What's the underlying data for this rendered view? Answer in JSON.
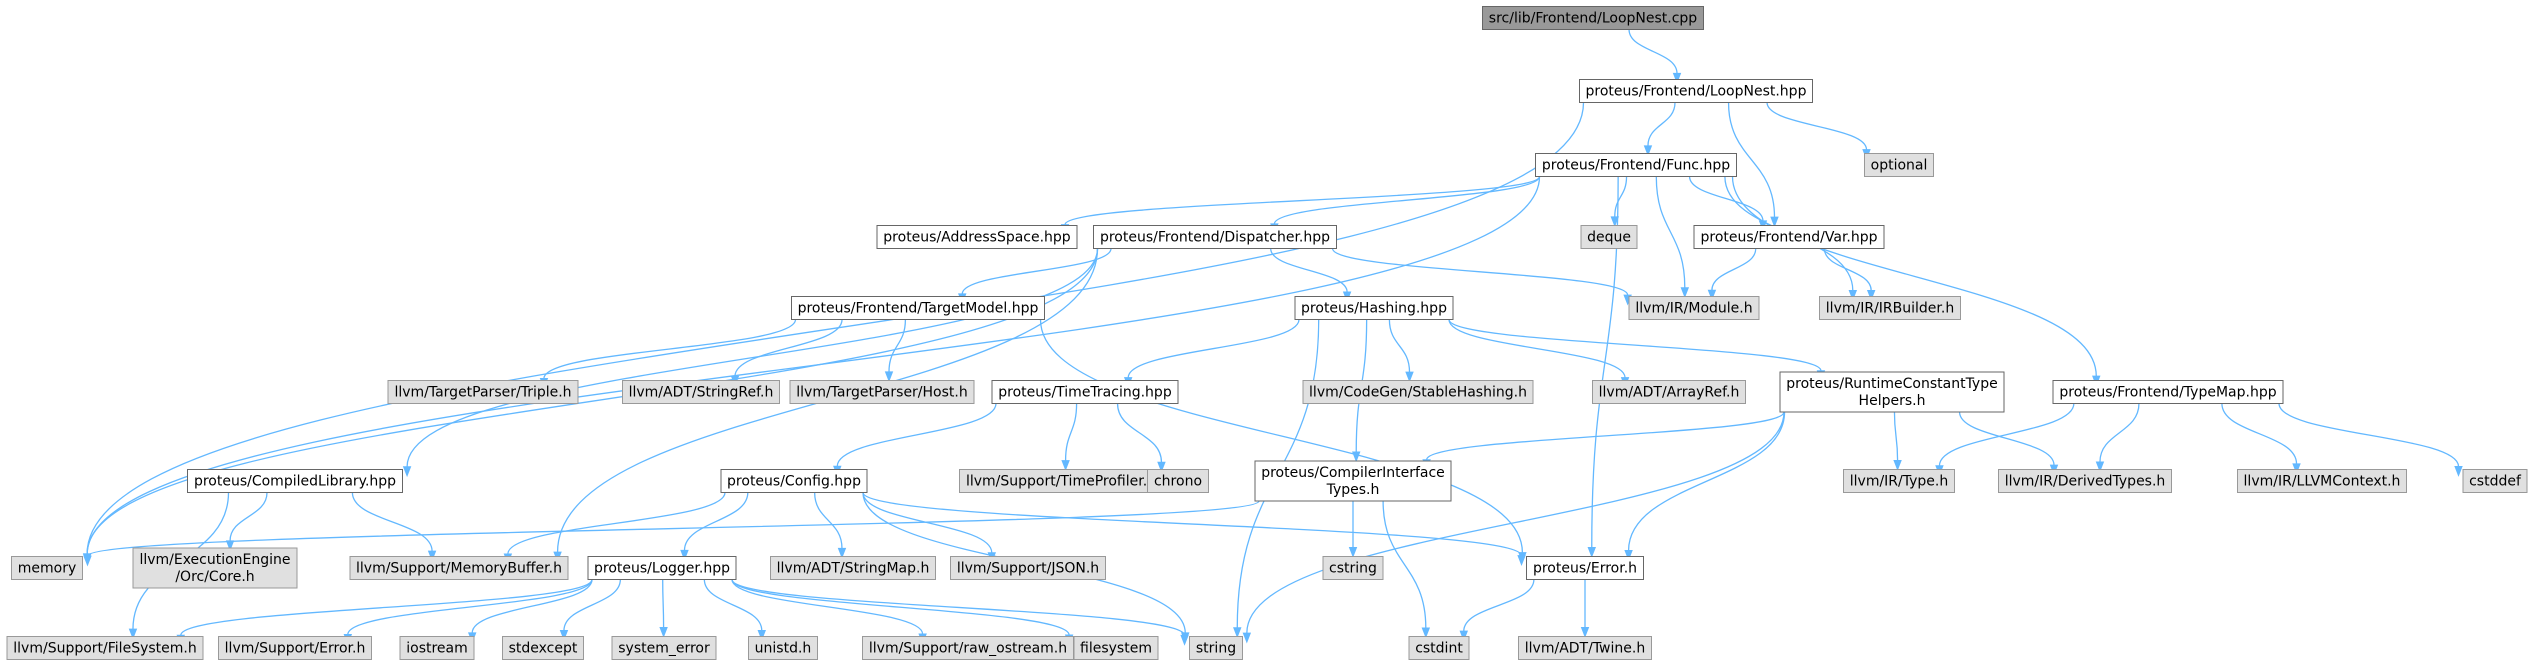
{
  "colors": {
    "root_fill": "#999999",
    "local_fill": "#ffffff",
    "system_fill": "#e0e0e0",
    "border_dark": "#666666",
    "border_light": "#999999",
    "edge": "#63b8ff"
  },
  "nodes": {
    "loopnest_cpp": {
      "lines": [
        "src/lib/Frontend/LoopNest.cpp"
      ],
      "kind": "root"
    },
    "loopnest_hpp": {
      "lines": [
        "proteus/Frontend/LoopNest.hpp"
      ],
      "kind": "local"
    },
    "memory": {
      "lines": [
        "memory"
      ],
      "kind": "system"
    },
    "func_hpp": {
      "lines": [
        "proteus/Frontend/Func.hpp"
      ],
      "kind": "local"
    },
    "optional": {
      "lines": [
        "optional"
      ],
      "kind": "system"
    },
    "addressspace_hpp": {
      "lines": [
        "proteus/AddressSpace.hpp"
      ],
      "kind": "local"
    },
    "dispatcher_hpp": {
      "lines": [
        "proteus/Frontend/Dispatcher.hpp"
      ],
      "kind": "local"
    },
    "deque": {
      "lines": [
        "deque"
      ],
      "kind": "system"
    },
    "var_hpp": {
      "lines": [
        "proteus/Frontend/Var.hpp"
      ],
      "kind": "local"
    },
    "ir_module": {
      "lines": [
        "llvm/IR/Module.h"
      ],
      "kind": "system"
    },
    "ir_irbuilder": {
      "lines": [
        "llvm/IR/IRBuilder.h"
      ],
      "kind": "system"
    },
    "targetmodel_hpp": {
      "lines": [
        "proteus/Frontend/TargetModel.hpp"
      ],
      "kind": "local"
    },
    "hashing_hpp": {
      "lines": [
        "proteus/Hashing.hpp"
      ],
      "kind": "local"
    },
    "typemap_hpp": {
      "lines": [
        "proteus/Frontend/TypeMap.hpp"
      ],
      "kind": "local"
    },
    "triple_h": {
      "lines": [
        "llvm/TargetParser/Triple.h"
      ],
      "kind": "system"
    },
    "stringref_h": {
      "lines": [
        "llvm/ADT/StringRef.h"
      ],
      "kind": "system"
    },
    "host_h": {
      "lines": [
        "llvm/TargetParser/Host.h"
      ],
      "kind": "system"
    },
    "timetracing_hpp": {
      "lines": [
        "proteus/TimeTracing.hpp"
      ],
      "kind": "local"
    },
    "stablehashing_h": {
      "lines": [
        "llvm/CodeGen/StableHashing.h"
      ],
      "kind": "system"
    },
    "arrayref_h": {
      "lines": [
        "llvm/ADT/ArrayRef.h"
      ],
      "kind": "system"
    },
    "rtconst_h": {
      "lines": [
        "proteus/RuntimeConstantType",
        "Helpers.h"
      ],
      "kind": "local"
    },
    "compiledlibrary_hpp": {
      "lines": [
        "proteus/CompiledLibrary.hpp"
      ],
      "kind": "local"
    },
    "config_hpp": {
      "lines": [
        "proteus/Config.hpp"
      ],
      "kind": "local"
    },
    "timeprofiler_h": {
      "lines": [
        "llvm/Support/TimeProfiler.h"
      ],
      "kind": "system"
    },
    "chrono": {
      "lines": [
        "chrono"
      ],
      "kind": "system"
    },
    "compilerinterface_h": {
      "lines": [
        "proteus/CompilerInterface",
        "Types.h"
      ],
      "kind": "local"
    },
    "ir_type_h": {
      "lines": [
        "llvm/IR/Type.h"
      ],
      "kind": "system"
    },
    "derivedtypes_h": {
      "lines": [
        "llvm/IR/DerivedTypes.h"
      ],
      "kind": "system"
    },
    "llvmcontext_h": {
      "lines": [
        "llvm/IR/LLVMContext.h"
      ],
      "kind": "system"
    },
    "cstddef": {
      "lines": [
        "cstddef"
      ],
      "kind": "system"
    },
    "orc_core_h": {
      "lines": [
        "llvm/ExecutionEngine",
        "/Orc/Core.h"
      ],
      "kind": "system"
    },
    "memorybuffer_h": {
      "lines": [
        "llvm/Support/MemoryBuffer.h"
      ],
      "kind": "system"
    },
    "logger_hpp": {
      "lines": [
        "proteus/Logger.hpp"
      ],
      "kind": "local"
    },
    "stringmap_h": {
      "lines": [
        "llvm/ADT/StringMap.h"
      ],
      "kind": "system"
    },
    "json_h": {
      "lines": [
        "llvm/Support/JSON.h"
      ],
      "kind": "system"
    },
    "cstring": {
      "lines": [
        "cstring"
      ],
      "kind": "system"
    },
    "error_h": {
      "lines": [
        "proteus/Error.h"
      ],
      "kind": "local"
    },
    "filesystem_h": {
      "lines": [
        "llvm/Support/FileSystem.h"
      ],
      "kind": "system"
    },
    "support_error_h": {
      "lines": [
        "llvm/Support/Error.h"
      ],
      "kind": "system"
    },
    "iostream": {
      "lines": [
        "iostream"
      ],
      "kind": "system"
    },
    "stdexcept": {
      "lines": [
        "stdexcept"
      ],
      "kind": "system"
    },
    "system_error": {
      "lines": [
        "system_error"
      ],
      "kind": "system"
    },
    "unistd_h": {
      "lines": [
        "unistd.h"
      ],
      "kind": "system"
    },
    "raw_ostream_h": {
      "lines": [
        "llvm/Support/raw_ostream.h"
      ],
      "kind": "system"
    },
    "filesystem": {
      "lines": [
        "filesystem"
      ],
      "kind": "system"
    },
    "string": {
      "lines": [
        "string"
      ],
      "kind": "system"
    },
    "cstdint": {
      "lines": [
        "cstdint"
      ],
      "kind": "system"
    },
    "twine_h": {
      "lines": [
        "llvm/ADT/Twine.h"
      ],
      "kind": "system"
    }
  },
  "edges": [
    [
      "loopnest_cpp",
      "loopnest_hpp"
    ],
    [
      "loopnest_hpp",
      "memory"
    ],
    [
      "loopnest_hpp",
      "func_hpp"
    ],
    [
      "loopnest_hpp",
      "optional"
    ],
    [
      "loopnest_hpp",
      "var_hpp"
    ],
    [
      "func_hpp",
      "memory"
    ],
    [
      "func_hpp",
      "addressspace_hpp"
    ],
    [
      "func_hpp",
      "dispatcher_hpp"
    ],
    [
      "func_hpp",
      "deque"
    ],
    [
      "func_hpp",
      "var_hpp"
    ],
    [
      "func_hpp",
      "ir_module"
    ],
    [
      "func_hpp",
      "ir_irbuilder"
    ],
    [
      "func_hpp",
      "typemap_hpp"
    ],
    [
      "func_hpp",
      "error_h"
    ],
    [
      "dispatcher_hpp",
      "memory"
    ],
    [
      "dispatcher_hpp",
      "compiledlibrary_hpp"
    ],
    [
      "dispatcher_hpp",
      "memorybuffer_h"
    ],
    [
      "dispatcher_hpp",
      "targetmodel_hpp"
    ],
    [
      "dispatcher_hpp",
      "hashing_hpp"
    ],
    [
      "dispatcher_hpp",
      "ir_module"
    ],
    [
      "var_hpp",
      "ir_module"
    ],
    [
      "var_hpp",
      "ir_irbuilder"
    ],
    [
      "targetmodel_hpp",
      "triple_h"
    ],
    [
      "targetmodel_hpp",
      "stringref_h"
    ],
    [
      "targetmodel_hpp",
      "host_h"
    ],
    [
      "targetmodel_hpp",
      "error_h"
    ],
    [
      "hashing_hpp",
      "timetracing_hpp"
    ],
    [
      "hashing_hpp",
      "stablehashing_h"
    ],
    [
      "hashing_hpp",
      "arrayref_h"
    ],
    [
      "hashing_hpp",
      "rtconst_h"
    ],
    [
      "hashing_hpp",
      "compilerinterface_h"
    ],
    [
      "hashing_hpp",
      "string"
    ],
    [
      "typemap_hpp",
      "ir_type_h"
    ],
    [
      "typemap_hpp",
      "derivedtypes_h"
    ],
    [
      "typemap_hpp",
      "llvmcontext_h"
    ],
    [
      "typemap_hpp",
      "cstddef"
    ],
    [
      "timetracing_hpp",
      "config_hpp"
    ],
    [
      "timetracing_hpp",
      "timeprofiler_h"
    ],
    [
      "timetracing_hpp",
      "chrono"
    ],
    [
      "rtconst_h",
      "compilerinterface_h"
    ],
    [
      "rtconst_h",
      "ir_type_h"
    ],
    [
      "rtconst_h",
      "derivedtypes_h"
    ],
    [
      "rtconst_h",
      "error_h"
    ],
    [
      "rtconst_h",
      "string"
    ],
    [
      "compiledlibrary_hpp",
      "orc_core_h"
    ],
    [
      "compiledlibrary_hpp",
      "memorybuffer_h"
    ],
    [
      "compiledlibrary_hpp",
      "filesystem_h"
    ],
    [
      "config_hpp",
      "memorybuffer_h"
    ],
    [
      "config_hpp",
      "logger_hpp"
    ],
    [
      "config_hpp",
      "stringmap_h"
    ],
    [
      "config_hpp",
      "json_h"
    ],
    [
      "config_hpp",
      "error_h"
    ],
    [
      "config_hpp",
      "string"
    ],
    [
      "compilerinterface_h",
      "memory"
    ],
    [
      "compilerinterface_h",
      "cstring"
    ],
    [
      "compilerinterface_h",
      "cstdint"
    ],
    [
      "logger_hpp",
      "filesystem_h"
    ],
    [
      "logger_hpp",
      "support_error_h"
    ],
    [
      "logger_hpp",
      "iostream"
    ],
    [
      "logger_hpp",
      "stdexcept"
    ],
    [
      "logger_hpp",
      "system_error"
    ],
    [
      "logger_hpp",
      "unistd_h"
    ],
    [
      "logger_hpp",
      "raw_ostream_h"
    ],
    [
      "logger_hpp",
      "filesystem"
    ],
    [
      "logger_hpp",
      "string"
    ],
    [
      "error_h",
      "cstdint"
    ],
    [
      "error_h",
      "twine_h"
    ]
  ]
}
